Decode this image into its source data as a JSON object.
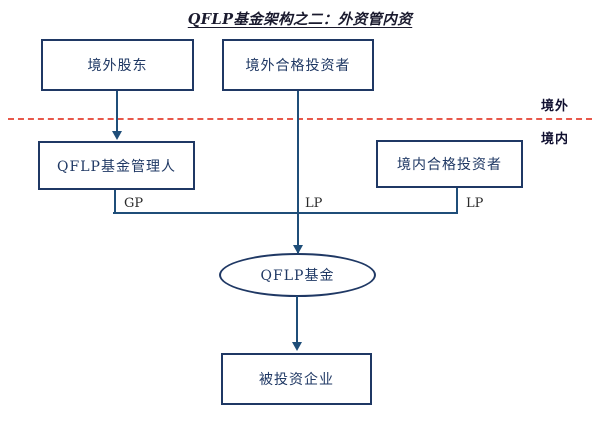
{
  "diagram": {
    "title": "QFLP基金架构之二：外资管内资",
    "palette": {
      "node_border": "#1f3864",
      "connector": "#1f4e79",
      "divider": "#e8584a",
      "text": "#1f3864",
      "background": "#ffffff"
    },
    "zones": {
      "offshore": "境外",
      "onshore": "境内"
    },
    "nodes": {
      "offshore_shareholder": "境外股东",
      "offshore_qualified_investor": "境外合格投资者",
      "qflp_fund_manager": "QFLP基金管理人",
      "onshore_qualified_investor": "境内合格投资者",
      "qflp_fund": "QFLP基金",
      "invested_enterprise": "被投资企业"
    },
    "edge_labels": {
      "manager_role": "GP",
      "offshore_investor_role": "LP",
      "onshore_investor_role": "LP"
    }
  }
}
